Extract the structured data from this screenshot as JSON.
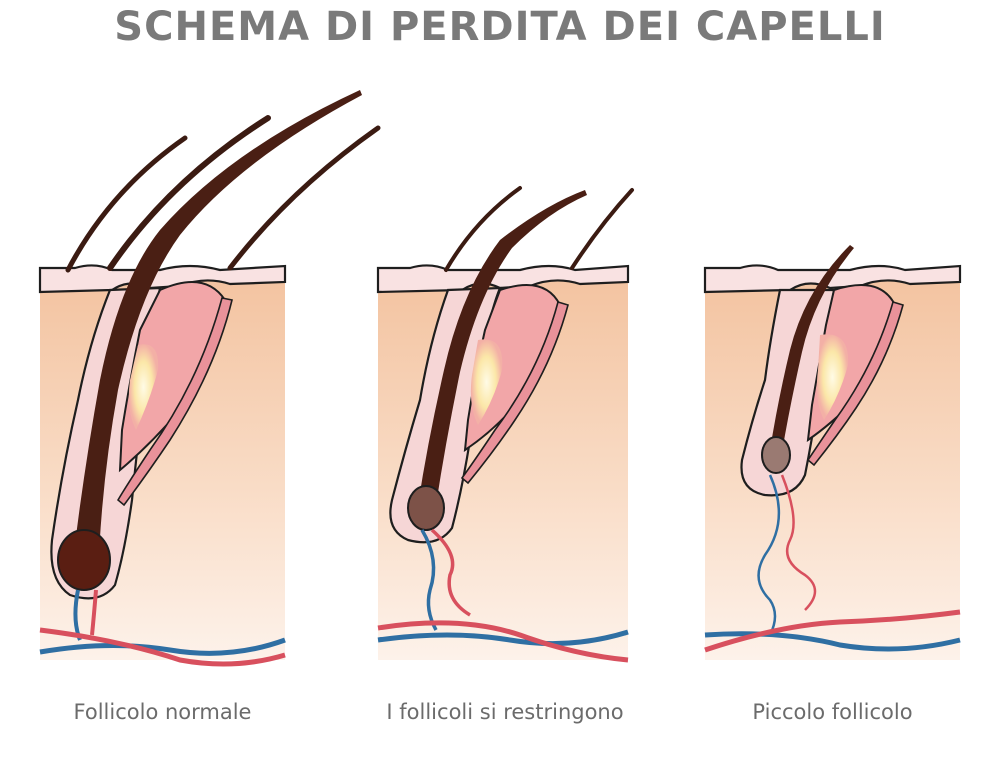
{
  "title": "SCHEMA DI PERDITA DEI CAPELLI",
  "stages": [
    {
      "caption": "Follicolo normale"
    },
    {
      "caption": "I follicoli si restringono"
    },
    {
      "caption": "Piccolo follicolo"
    }
  ],
  "colors": {
    "skin_top": "#f3c6a3",
    "skin_bottom": "#fdf0e6",
    "epidermis": "#f7dcdc",
    "gland": "#f2a6a8",
    "hair_dark": "#4a1f14",
    "bulb_normal": "#5a1e12",
    "bulb_medium": "#7d5248",
    "bulb_small": "#9a7a72",
    "vein_blue": "#2f6fa3",
    "artery_red": "#d8505e",
    "sebaceous": "#fff3c4"
  }
}
